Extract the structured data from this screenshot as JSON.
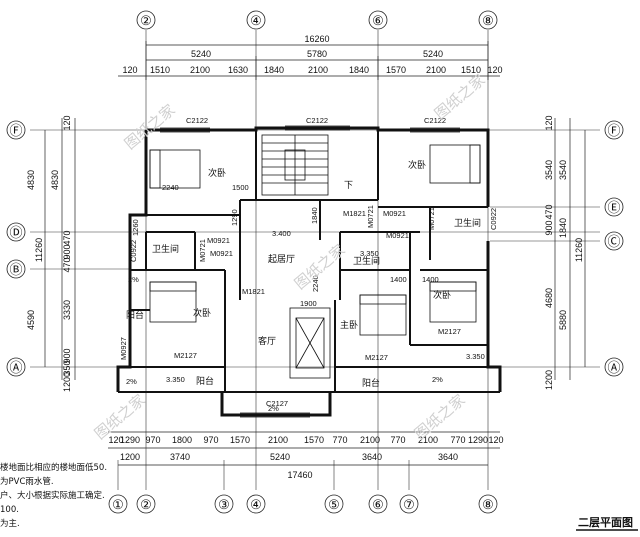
{
  "title": "二层平面图",
  "axes": {
    "top": [
      "②",
      "④",
      "⑥",
      "⑧"
    ],
    "bottom": [
      "①",
      "②",
      "③",
      "④",
      "⑤",
      "⑥",
      "⑦",
      "⑧"
    ],
    "left": [
      "Ⓕ",
      "Ⓓ",
      "Ⓑ",
      "Ⓐ"
    ],
    "right": [
      "Ⓕ",
      "Ⓔ",
      "Ⓒ",
      "Ⓐ"
    ]
  },
  "dims_top": {
    "total": "16260",
    "row1": [
      "5240",
      "5780",
      "5240"
    ],
    "row2": [
      "120",
      "1510",
      "2100",
      "1630",
      "1840",
      "2100",
      "1840",
      "1570",
      "2100",
      "1510",
      "120"
    ]
  },
  "dims_bottom": {
    "row1": [
      "120",
      "1290",
      "970",
      "1800",
      "970",
      "1570",
      "2100",
      "1570",
      "770",
      "2100",
      "770",
      "2100",
      "770",
      "1290",
      "120"
    ],
    "row2": [
      "1200",
      "3740",
      "5240",
      "3640",
      "3640"
    ],
    "total": "17460"
  },
  "dims_left": {
    "outer": [
      "4830",
      "11260",
      "4590"
    ],
    "inner": [
      "120",
      "4830",
      "470",
      "900",
      "470",
      "3330",
      "900",
      "350",
      "1200"
    ]
  },
  "dims_right": {
    "outer": [
      "3540",
      "11260",
      "5880"
    ],
    "inner": [
      "120",
      "3540",
      "470",
      "900",
      "1840",
      "4680",
      "1200"
    ]
  },
  "rooms": {
    "bed_nw": "次卧",
    "bed_ne": "次卧",
    "bed_w": "次卧",
    "bed_e": "次卧",
    "living_up": "起居厅",
    "hall": "客厅",
    "master": "主卧",
    "bath_c": "卫生间",
    "bath_w": "卫生间",
    "bath_e": "卫生间",
    "balcony_w": "阳台",
    "balcony_sw": "阳台",
    "balcony_s": "阳台",
    "stair_down": "下"
  },
  "codes": {
    "c2122_a": "C2122",
    "c2122_b": "C2122",
    "c2122_c": "C2122",
    "m1821_a": "M1821",
    "m1821_b": "M1821",
    "m0921_a": "M0921",
    "m0921_b": "M0921",
    "m0921_c": "M0921",
    "m0921_d": "M0921",
    "m0721_a": "M0721",
    "m0721_b": "M0721",
    "m0721_c": "M0721",
    "m2127_a": "M2127",
    "m2127_b": "M2127",
    "m2127_c": "M2127",
    "m0927": "M0927",
    "c0922_a": "C0922",
    "c0922_b": "C0922",
    "c2127": "C2127",
    "lvl_3400": "3.400",
    "lvl_3350_a": "3.350",
    "lvl_3350_b": "3.350",
    "lvl_3350_c": "3.350",
    "slope_a": "2%",
    "slope_b": "2%",
    "slope_c": "2%",
    "slope_d": "2%",
    "d1500": "1500",
    "d1400_a": "1400",
    "d1400_b": "1400",
    "d1290": "1290",
    "d1840": "1840",
    "d2240_a": "2240",
    "d2240_b": "2240",
    "d1260": "1260",
    "d1900": "1900"
  },
  "notes": [
    "楼地面比相应的楼地面低50.",
    "为PVC雨水管.",
    "户、大小根据实际施工确定.",
    "100.",
    "为主."
  ],
  "watermark": "图纸之家"
}
